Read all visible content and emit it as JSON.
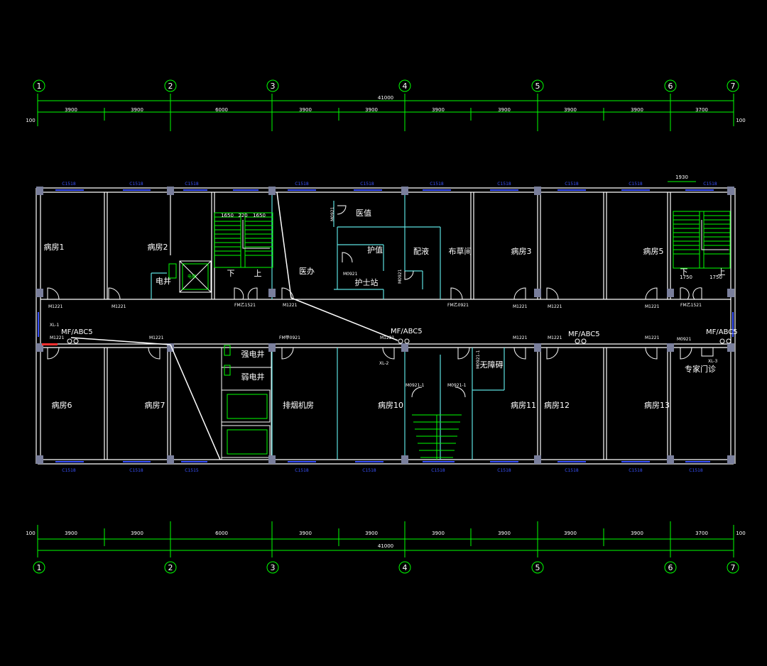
{
  "axes": [
    "1",
    "2",
    "3",
    "4",
    "5",
    "6",
    "7"
  ],
  "dims": {
    "total": "41000",
    "edge": "100",
    "spans": [
      "3900",
      "3900",
      "6000",
      "3900",
      "3900",
      "3900",
      "3900",
      "3900",
      "3900",
      "3700"
    ]
  },
  "rooms": {
    "ward1": "病房1",
    "ward2": "病房2",
    "ward3": "病房3",
    "ward5": "病房5",
    "ward6": "病房6",
    "ward7": "病房7",
    "ward10": "病房10",
    "ward11": "病房11",
    "ward12": "病房12",
    "ward13": "病房13",
    "doctor_duty": "医值",
    "nurse_duty": "护值",
    "dispensing": "配液",
    "linen": "布草间",
    "doctor_office": "医办",
    "nurse_station": "护士站",
    "elec_shaft": "电井",
    "strong_shaft": "强电井",
    "weak_shaft": "弱电井",
    "smoke_room": "排烟机房",
    "barrier_free": "无障碍",
    "expert_clinic": "专家门诊",
    "elevator": "电梯",
    "stair_down": "下",
    "stair_up": "上"
  },
  "doors": {
    "m1221": "M1221",
    "m0921": "M0921",
    "m0921_1": "M0921-1",
    "fmz1521": "FM乙1521",
    "fm0921": "FM甲0921",
    "fmz0921": "FM乙0921"
  },
  "windows": {
    "c1518": "C1518",
    "c1515": "C1515"
  },
  "stair_dims": {
    "a": "1650",
    "b": "220",
    "c": "1650",
    "d": "1930",
    "e": "1750",
    "f": "1750"
  },
  "extinguisher": "MF/ABC5",
  "hydrants": {
    "xl1": "XL-1",
    "xl2": "XL-2",
    "xl3": "XL-3"
  },
  "colors": {
    "background": "#000000",
    "wall": "#ffffff",
    "inner_wall": "#5ce0e0",
    "dim_line": "#00ff00",
    "window": "#3a52ff",
    "column": "#7a7f9c",
    "door_leaf": "#ffffff"
  }
}
